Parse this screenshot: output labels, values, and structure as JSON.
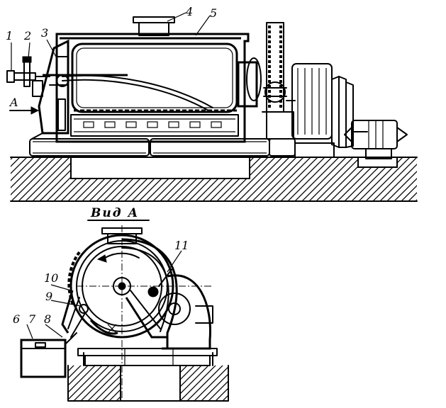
{
  "labels": {
    "l1": "1",
    "l2": "2",
    "l3": "3",
    "l4": "4",
    "l5": "5",
    "l6": "6",
    "l7": "7",
    "l8": "8",
    "l9": "9",
    "l10": "10",
    "l11": "11",
    "arrow_a": "A"
  },
  "view_title": "Вид А"
}
